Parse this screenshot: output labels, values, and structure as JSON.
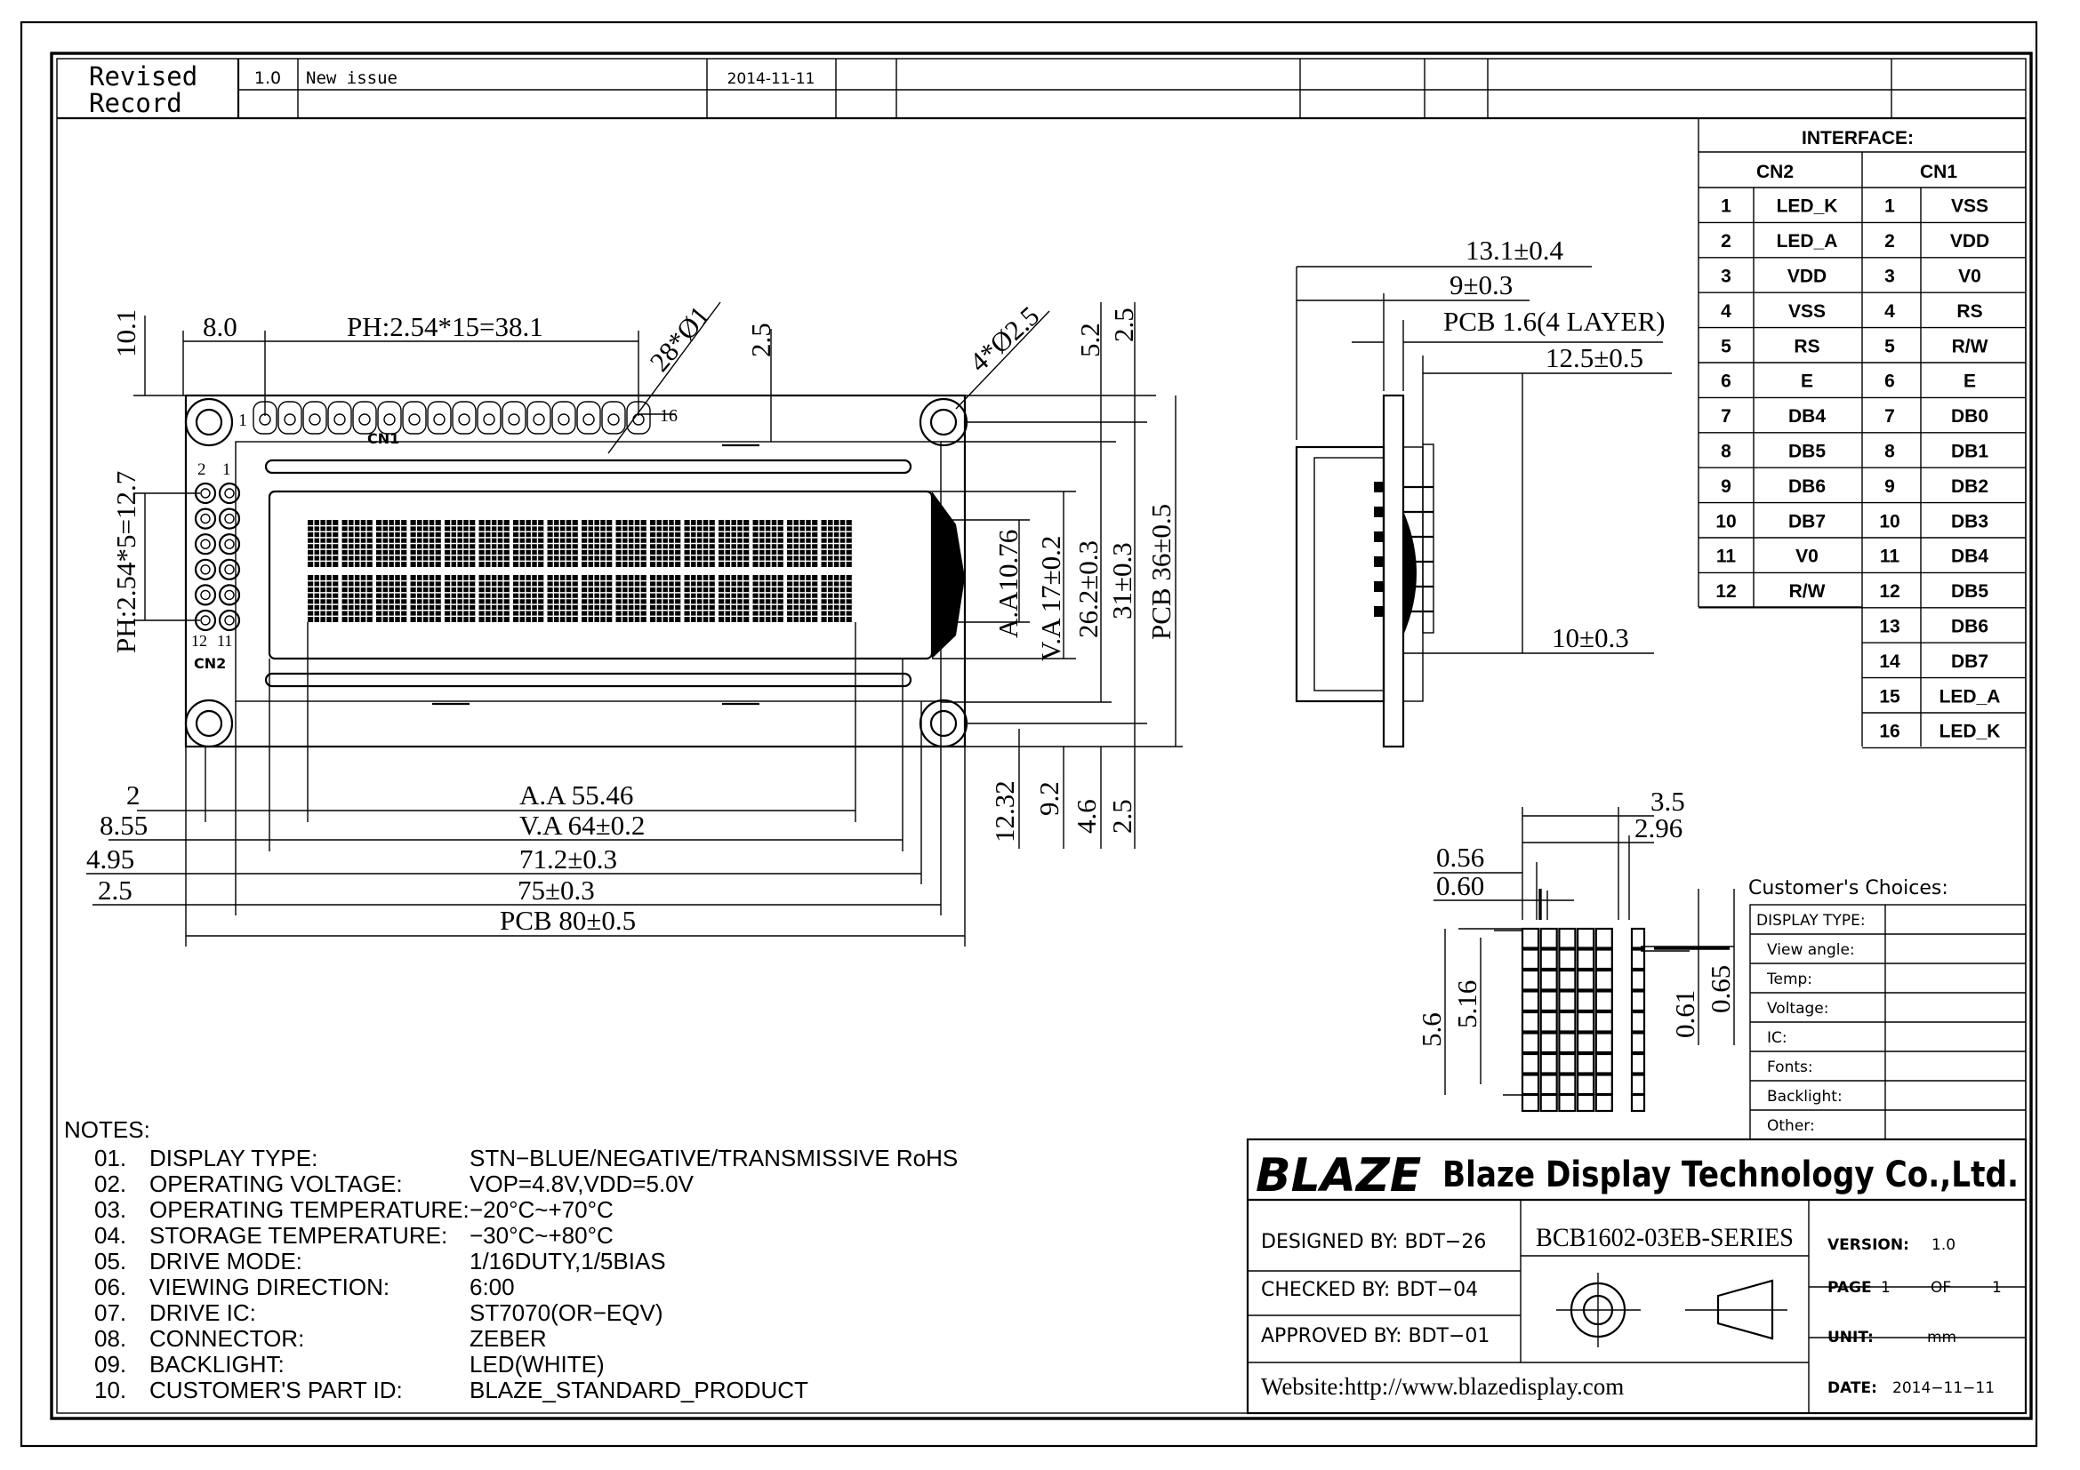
{
  "revision": {
    "header": "Revised\nRecord",
    "header_line1": "Revised",
    "header_line2": "Record",
    "rows": [
      {
        "version": "1.0",
        "description": "New issue",
        "date": "2014-11-11"
      }
    ]
  },
  "interface": {
    "title": "INTERFACE:",
    "cn2_label": "CN2",
    "cn1_label": "CN1",
    "cn2": [
      {
        "pin": "1",
        "signal": "LED_K"
      },
      {
        "pin": "2",
        "signal": "LED_A"
      },
      {
        "pin": "3",
        "signal": "VDD"
      },
      {
        "pin": "4",
        "signal": "VSS"
      },
      {
        "pin": "5",
        "signal": "RS"
      },
      {
        "pin": "6",
        "signal": "E"
      },
      {
        "pin": "7",
        "signal": "DB4"
      },
      {
        "pin": "8",
        "signal": "DB5"
      },
      {
        "pin": "9",
        "signal": "DB6"
      },
      {
        "pin": "10",
        "signal": "DB7"
      },
      {
        "pin": "11",
        "signal": "V0"
      },
      {
        "pin": "12",
        "signal": "R/W"
      }
    ],
    "cn1": [
      {
        "pin": "1",
        "signal": "VSS"
      },
      {
        "pin": "2",
        "signal": "VDD"
      },
      {
        "pin": "3",
        "signal": "V0"
      },
      {
        "pin": "4",
        "signal": "RS"
      },
      {
        "pin": "5",
        "signal": "R/W"
      },
      {
        "pin": "6",
        "signal": "E"
      },
      {
        "pin": "7",
        "signal": "DB0"
      },
      {
        "pin": "8",
        "signal": "DB1"
      },
      {
        "pin": "9",
        "signal": "DB2"
      },
      {
        "pin": "10",
        "signal": "DB3"
      },
      {
        "pin": "11",
        "signal": "DB4"
      },
      {
        "pin": "12",
        "signal": "DB5"
      },
      {
        "pin": "13",
        "signal": "DB6"
      },
      {
        "pin": "14",
        "signal": "DB7"
      },
      {
        "pin": "15",
        "signal": "LED_A"
      },
      {
        "pin": "16",
        "signal": "LED_K"
      }
    ]
  },
  "front_view": {
    "dims": {
      "d10_1": "10.1",
      "d8_0": "8.0",
      "ph_cn1": "PH:2.54*15=38.1",
      "holes_28": "28*Ø1",
      "d2_5_top": "2.5",
      "holes_4": "4*Ø2.5",
      "d5_2": "5.2",
      "d2_5_r": "2.5",
      "ph_cn2": "PH:2.54*5=12.7",
      "aa_h": "A.A10.76",
      "va_h": "V.A 17±0.2",
      "d26_2": "26.2±0.3",
      "d31": "31±0.3",
      "pcb_h": "PCB 36±0.5",
      "d2": "2",
      "d8_55": "8.55",
      "d4_95": "4.95",
      "d2_5_l": "2.5",
      "aa_w": "A.A 55.46",
      "va_w": "V.A 64±0.2",
      "d71_2": "71.2±0.3",
      "d75": "75±0.3",
      "pcb_w": "PCB 80±0.5",
      "d12_32": "12.32",
      "d9_2": "9.2",
      "d4_6": "4.6",
      "d2_5_b": "2.5"
    },
    "labels": {
      "cn1": "CN1",
      "cn2": "CN2",
      "pin1": "1",
      "pin16": "16",
      "p2": "2",
      "p1": "1",
      "p12": "12",
      "p11": "11"
    }
  },
  "side_view": {
    "dims": {
      "d13_1": "13.1±0.4",
      "d9": "9±0.3",
      "pcb": "PCB 1.6(4 LAYER)",
      "d12_5": "12.5±0.5",
      "d10": "10±0.3"
    }
  },
  "dot_detail": {
    "dims": {
      "d3_5": "3.5",
      "d2_96": "2.96",
      "d0_56": "0.56",
      "d0_60": "0.60",
      "d5_6": "5.6",
      "d5_16": "5.16",
      "d0_61": "0.61",
      "d0_65": "0.65"
    }
  },
  "customer": {
    "title": "Customer's  Choices:",
    "rows": [
      "DISPLAY TYPE:",
      "View angle:",
      "Temp:",
      "Voltage:",
      "IC:",
      "Fonts:",
      "Backlight:",
      "Other:"
    ]
  },
  "notes": {
    "title": "NOTES:",
    "items": [
      {
        "num": "01.",
        "label": "DISPLAY TYPE:",
        "value": "STN−BLUE/NEGATIVE/TRANSMISSIVE RoHS"
      },
      {
        "num": "02.",
        "label": "OPERATING VOLTAGE:",
        "value": "VOP=4.8V,VDD=5.0V"
      },
      {
        "num": "03.",
        "label": "OPERATING TEMPERATURE:",
        "value": "−20°C~+70°C"
      },
      {
        "num": "04.",
        "label": "STORAGE TEMPERATURE:",
        "value": "−30°C~+80°C"
      },
      {
        "num": "05.",
        "label": "DRIVE MODE:",
        "value": "1/16DUTY,1/5BIAS"
      },
      {
        "num": "06.",
        "label": "VIEWING DIRECTION:",
        "value": "6:00"
      },
      {
        "num": "07.",
        "label": "DRIVE IC:",
        "value": "ST7070(OR−EQV)"
      },
      {
        "num": "08.",
        "label": "CONNECTOR:",
        "value": "ZEBER"
      },
      {
        "num": "09.",
        "label": "BACKLIGHT:",
        "value": "LED(WHITE)"
      },
      {
        "num": "10.",
        "label": "CUSTOMER'S PART ID:",
        "value": "BLAZE_STANDARD_PRODUCT"
      }
    ]
  },
  "title_block": {
    "logo": "BLAZE",
    "company": "Blaze Display Technology Co.,Ltd.",
    "designed": "DESIGNED  BY:  BDT−26",
    "checked": "CHECKED  BY:  BDT−04",
    "approved": "APPROVED  BY: BDT−01",
    "part_number": "BCB1602-03EB-SERIES",
    "version_label": "VERSION:",
    "version_value": "1.0",
    "page_label": "PAGE",
    "page_num": "1",
    "page_of": "OF",
    "page_total": "1",
    "unit_label": "UNIT:",
    "unit_value": "mm",
    "date_label": "DATE:",
    "date_value": "2014−11−11",
    "website": "Website:http://www.blazedisplay.com"
  }
}
